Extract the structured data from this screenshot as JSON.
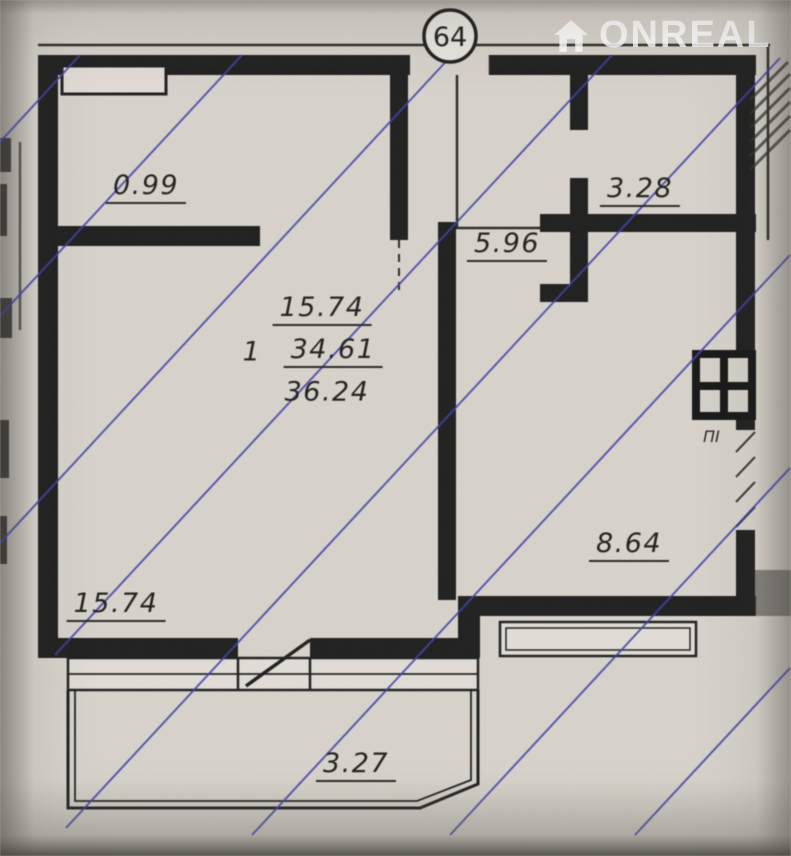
{
  "plan": {
    "apartment_number": "64",
    "watermark_text": "ONREAL",
    "panel_label": "ПI",
    "colors": {
      "paper": "#d8d4cc",
      "ink": "#1c1c1c",
      "pen_blue": "#3c3fae",
      "watermark": "#ffffff"
    }
  },
  "labels": [
    {
      "name": "dim-hall-width",
      "text": "0.99",
      "underline": true
    },
    {
      "name": "dim-bathroom-area",
      "text": "3.28",
      "underline": true
    },
    {
      "name": "dim-corridor-area",
      "text": "5.96",
      "underline": true
    },
    {
      "name": "dim-living-area",
      "text": "15.74",
      "underline": true
    },
    {
      "name": "room-count",
      "text": "1",
      "underline": false
    },
    {
      "name": "dim-total-area",
      "text": "34.61",
      "underline": true
    },
    {
      "name": "dim-total-with-balcony",
      "text": "36.24",
      "underline": false
    },
    {
      "name": "dim-kitchen-area",
      "text": "8.64",
      "underline": true
    },
    {
      "name": "dim-living-width",
      "text": "15.74",
      "underline": true
    },
    {
      "name": "dim-balcony-area",
      "text": "3.27",
      "underline": true
    }
  ]
}
